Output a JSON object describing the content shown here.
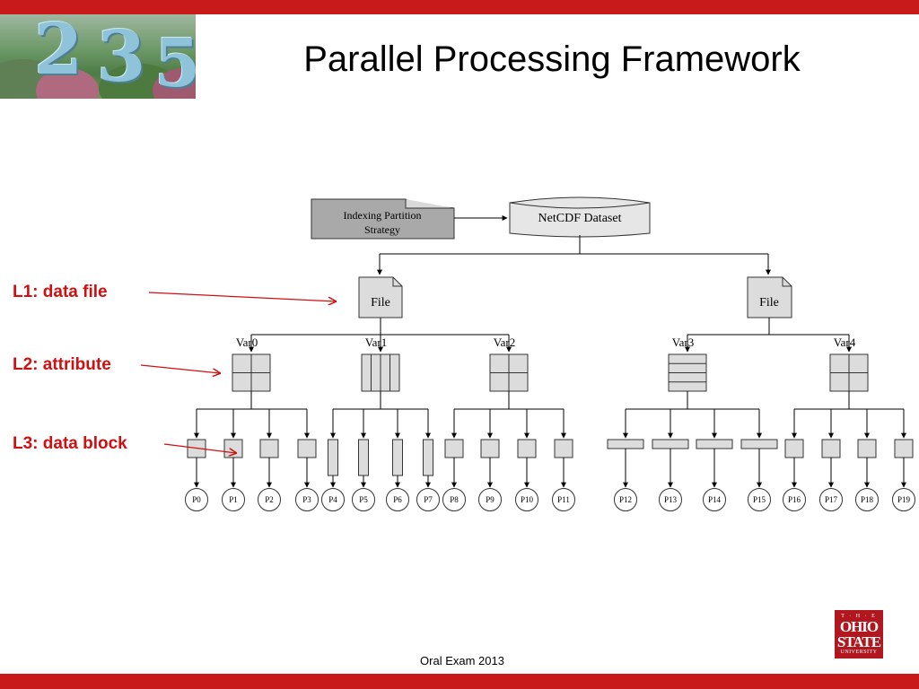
{
  "title": "Parallel Processing Framework",
  "labels": {
    "l1": "L1: data file",
    "l2": "L2: attribute",
    "l3": "L3: data block"
  },
  "diagram": {
    "strategy_line1": "Indexing Partition",
    "strategy_line2": "Strategy",
    "dataset": "NetCDF Dataset",
    "file_label": "File",
    "vars": [
      "Var0",
      "Var1",
      "Var2",
      "Var3",
      "Var4"
    ],
    "processors": [
      "P0",
      "P1",
      "P2",
      "P3",
      "P4",
      "P5",
      "P6",
      "P7",
      "P8",
      "P9",
      "P10",
      "P11",
      "P12",
      "P13",
      "P14",
      "P15",
      "P16",
      "P17",
      "P18",
      "P19"
    ]
  },
  "photo_digits": [
    "2",
    "3",
    "5"
  ],
  "footer": "Oral Exam 2013",
  "logo": {
    "the": "T · H · E",
    "ohio": "OHIO",
    "state": "STATE",
    "university": "UNIVERSITY"
  },
  "colors": {
    "brand_red": "#c8191b",
    "label_red": "#d01010"
  }
}
